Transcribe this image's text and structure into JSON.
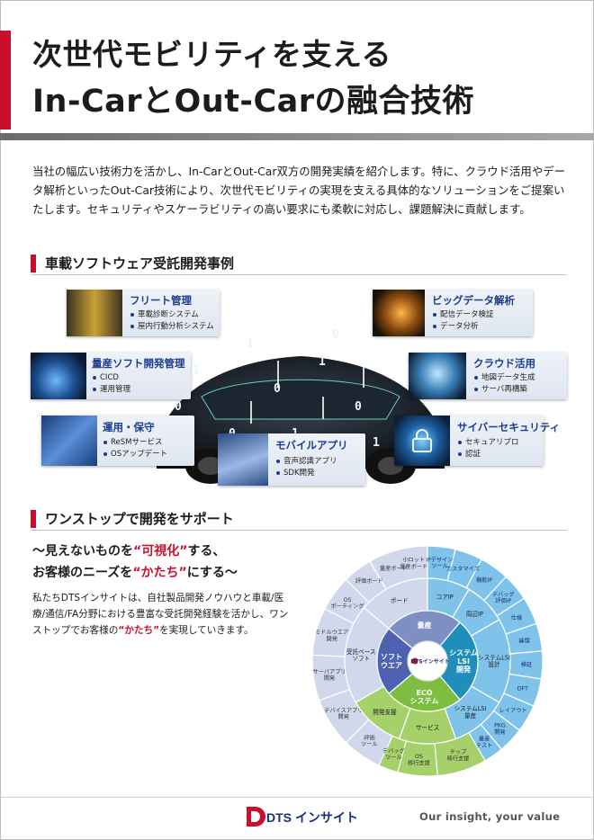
{
  "title": {
    "line1": "次世代モビリティを支える",
    "line2": "In-CarとOut-Carの融合技術"
  },
  "intro": "当社の幅広い技術力を活かし、In-CarとOut-Car双方の開発実績を紹介します。特に、クラウド活用やデータ解析といったOut-Car技術により、次世代モビリティの実現を支える具体的なソリューションをご提案いたします。セキュリティやスケーラビリティの高い要求にも柔軟に対応し、課題解決に貢献します。",
  "section1": {
    "title": "車載ソフトウェア受託開発事例"
  },
  "cards": [
    {
      "title": "フリート管理",
      "items": [
        "車載診断システム",
        "屋内行動分析システム"
      ]
    },
    {
      "title": "ビッグデータ解析",
      "items": [
        "配信データ検証",
        "データ分析"
      ]
    },
    {
      "title": "量産ソフト開発管理",
      "items": [
        "CICD",
        "運用管理"
      ]
    },
    {
      "title": "クラウド活用",
      "items": [
        "地図データ生成",
        "サーバ再構築"
      ]
    },
    {
      "title": "運用・保守",
      "items": [
        "ReSMサービス",
        "OSアップデート"
      ]
    },
    {
      "title": "モバイルアプリ",
      "items": [
        "音声認識アプリ",
        "SDK開発"
      ]
    },
    {
      "title": "サイバーセキュリティ",
      "items": [
        "セキュアリプロ",
        "認証"
      ]
    }
  ],
  "section2": {
    "title": "ワンストップで開発をサポート"
  },
  "tagline": {
    "pre1": "〜見えないものを",
    "hl1": "“可視化”",
    "post1": "する、",
    "pre2": "お客様のニーズを",
    "hl2": "“かたち”",
    "post2": "にする〜"
  },
  "lead": {
    "text": "私たちDTSインサイトは、自社製品開発ノウハウと車載/医療/通信/FA分野における豊富な受託開発経験を活かし、ワンストップでお客様の",
    "hl": "“かたち”",
    "end": "を実現していきます。"
  },
  "wheel": {
    "center_logo": "DTSインサイト",
    "inner": [
      "量産",
      "システム LSI 開発",
      "ECO システム",
      "ソフト ウエア"
    ],
    "middle": [
      "ボード",
      "コアIP",
      "周辺IP",
      "システムLSI 設計",
      "システムLSI 量産",
      "サービス",
      "開発支援",
      "受託ベース ソフト"
    ],
    "outer": [
      "量産ボード",
      "IPデザイン ツール",
      "カスタマイズ",
      "機能IP",
      "デバッグ 評価IP",
      "仕様",
      "論理",
      "検証",
      "DFT",
      "レイアウト",
      "PKG 開発",
      "量産 テスト",
      "チップ 移行支援",
      "OS 移行支援",
      "デバッグ ツール",
      "評価 ツール",
      "デバイスアプリ 開発",
      "サーバアプリ 開発",
      "ミドルウエア 開発",
      "OS ポーティング",
      "評価ボード",
      "小ロット 量産ボード"
    ],
    "colors": {
      "gray": "#7f8fc4",
      "navy": "#4f62b2",
      "teal": "#1f8fb9",
      "green": "#7dbd3f",
      "light_blue": "#7fc3ea",
      "light_green": "#a6d06a",
      "light_gray": "#d2d8ec"
    }
  },
  "footer": {
    "logo": "DTS インサイト",
    "slogan": "Our insight, your value"
  },
  "colors": {
    "accent": "#c8102e",
    "heading_blue": "#1a3d8f"
  }
}
